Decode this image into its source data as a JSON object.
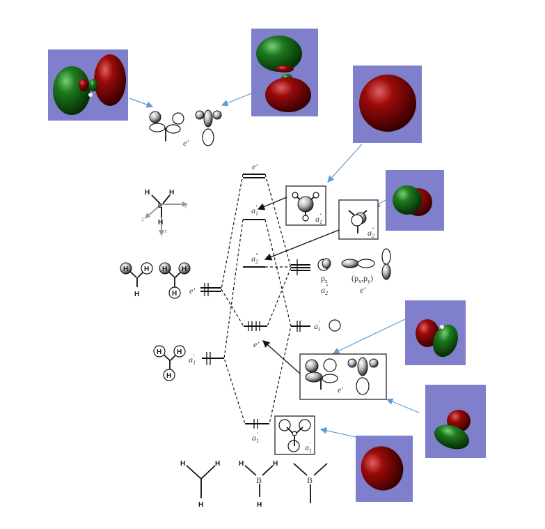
{
  "labels": {
    "e_prime": "e′",
    "a1_prime_main": "a",
    "a1_sub": "1",
    "a1_sup": "′",
    "a2_main": "a",
    "a2_sub": "2",
    "a2_sup": "″",
    "pz": "p",
    "pz_sub": "z",
    "pxpy": "(p",
    "px_sub": "x",
    "pxpy_sep": ",p",
    "py_sub": "y",
    "pxpy_close": ")",
    "H": "H",
    "B": "B",
    "axis_x": "x",
    "axis_y": "y",
    "axis_z": "z"
  },
  "colors": {
    "mo_background": "#7f7fcc",
    "lobe_red": "#8b0000",
    "lobe_green": "#1e7a1e",
    "callout_arrow": "#5b9bd5"
  }
}
